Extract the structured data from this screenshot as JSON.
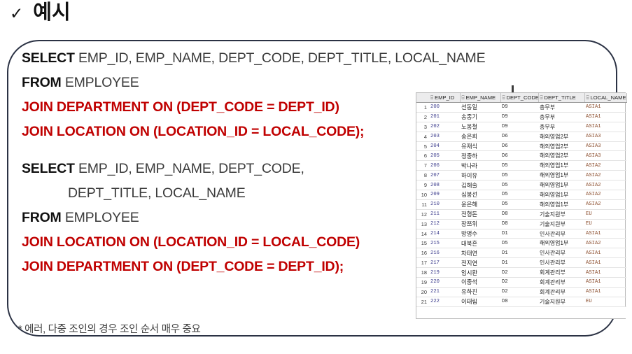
{
  "slide": {
    "check_icon": "✓",
    "title": "예시"
  },
  "code_panel": {
    "queries": [
      {
        "lines": [
          {
            "keyword": "SELECT",
            "rest": " EMP_ID, EMP_NAME, DEPT_CODE, DEPT_TITLE, LOCAL_NAME",
            "style": "normal"
          },
          {
            "keyword": "FROM",
            "rest": " EMPLOYEE",
            "style": "normal"
          },
          {
            "keyword": "",
            "rest": "JOIN DEPARTMENT ON (DEPT_CODE = DEPT_ID)",
            "style": "red"
          },
          {
            "keyword": "",
            "rest": "JOIN LOCATION ON (LOCATION_ID = LOCAL_CODE);",
            "style": "red"
          }
        ]
      },
      {
        "lines": [
          {
            "keyword": "SELECT",
            "rest": " EMP_ID, EMP_NAME, DEPT_CODE,",
            "style": "normal"
          },
          {
            "keyword": "",
            "rest": "DEPT_TITLE, LOCAL_NAME",
            "style": "indent"
          },
          {
            "keyword": "FROM",
            "rest": " EMPLOYEE",
            "style": "normal"
          },
          {
            "keyword": "",
            "rest": "JOIN LOCATION ON (LOCATION_ID = LOCAL_CODE)",
            "style": "red"
          },
          {
            "keyword": "",
            "rest": "JOIN DEPARTMENT ON (DEPT_CODE = DEPT_ID);",
            "style": "red"
          }
        ]
      }
    ],
    "line1_kw": "SELECT",
    "line1_rest": " EMP_ID, EMP_NAME, DEPT_CODE, DEPT_TITLE, LOCAL_NAME",
    "line2_kw": "FROM",
    "line2_rest": " EMPLOYEE",
    "line3": "JOIN DEPARTMENT ON (DEPT_CODE = DEPT_ID)",
    "line4": "JOIN LOCATION ON (LOCATION_ID = LOCAL_CODE);",
    "line5_kw": "SELECT",
    "line5_rest": " EMP_ID, EMP_NAME, DEPT_CODE,",
    "line6": "DEPT_TITLE, LOCAL_NAME",
    "line7_kw": "FROM",
    "line7_rest": " EMPLOYEE",
    "line8": "JOIN LOCATION ON (LOCATION_ID = LOCAL_CODE)",
    "line9": "JOIN DEPARTMENT ON (DEPT_CODE = DEPT_ID);",
    "footnote": "* 에러, 다중 조인의 경우 조인 순서 매우 중요",
    "keyword_color": "#111111",
    "highlight_color": "#C00000",
    "border_color": "#2B3244"
  },
  "result_grid": {
    "column_icon": "⌸",
    "headers": [
      "EMP_ID",
      "EMP_NAME",
      "DEPT_CODE",
      "DEPT_TITLE",
      "LOCAL_NAME"
    ],
    "rows": [
      {
        "n": "1",
        "emp_id": "200",
        "emp_name": "선동일",
        "dept_code": "D9",
        "dept_title": "총무부",
        "local_name": "ASIA1"
      },
      {
        "n": "2",
        "emp_id": "201",
        "emp_name": "송종기",
        "dept_code": "D9",
        "dept_title": "총무부",
        "local_name": "ASIA1"
      },
      {
        "n": "3",
        "emp_id": "202",
        "emp_name": "노옹철",
        "dept_code": "D9",
        "dept_title": "총무부",
        "local_name": "ASIA1"
      },
      {
        "n": "4",
        "emp_id": "203",
        "emp_name": "송은희",
        "dept_code": "D6",
        "dept_title": "해외영업2부",
        "local_name": "ASIA3"
      },
      {
        "n": "5",
        "emp_id": "204",
        "emp_name": "유재식",
        "dept_code": "D6",
        "dept_title": "해외영업2부",
        "local_name": "ASIA3"
      },
      {
        "n": "6",
        "emp_id": "205",
        "emp_name": "정중하",
        "dept_code": "D6",
        "dept_title": "해외영업2부",
        "local_name": "ASIA3"
      },
      {
        "n": "7",
        "emp_id": "206",
        "emp_name": "박나라",
        "dept_code": "D5",
        "dept_title": "해외영업1부",
        "local_name": "ASIA2"
      },
      {
        "n": "8",
        "emp_id": "207",
        "emp_name": "하이유",
        "dept_code": "D5",
        "dept_title": "해외영업1부",
        "local_name": "ASIA2"
      },
      {
        "n": "9",
        "emp_id": "208",
        "emp_name": "김해술",
        "dept_code": "D5",
        "dept_title": "해외영업1부",
        "local_name": "ASIA2"
      },
      {
        "n": "10",
        "emp_id": "209",
        "emp_name": "심봉선",
        "dept_code": "D5",
        "dept_title": "해외영업1부",
        "local_name": "ASIA2"
      },
      {
        "n": "11",
        "emp_id": "210",
        "emp_name": "윤은해",
        "dept_code": "D5",
        "dept_title": "해외영업1부",
        "local_name": "ASIA2"
      },
      {
        "n": "12",
        "emp_id": "211",
        "emp_name": "전형돈",
        "dept_code": "D8",
        "dept_title": "기술지원부",
        "local_name": "EU"
      },
      {
        "n": "13",
        "emp_id": "212",
        "emp_name": "장쯔위",
        "dept_code": "D8",
        "dept_title": "기술지원부",
        "local_name": "EU"
      },
      {
        "n": "14",
        "emp_id": "214",
        "emp_name": "방명수",
        "dept_code": "D1",
        "dept_title": "인사관리부",
        "local_name": "ASIA1"
      },
      {
        "n": "15",
        "emp_id": "215",
        "emp_name": "대북혼",
        "dept_code": "D5",
        "dept_title": "해외영업1부",
        "local_name": "ASIA2"
      },
      {
        "n": "16",
        "emp_id": "216",
        "emp_name": "차태연",
        "dept_code": "D1",
        "dept_title": "인사관리부",
        "local_name": "ASIA1"
      },
      {
        "n": "17",
        "emp_id": "217",
        "emp_name": "전지연",
        "dept_code": "D1",
        "dept_title": "인사관리부",
        "local_name": "ASIA1"
      },
      {
        "n": "18",
        "emp_id": "219",
        "emp_name": "임시환",
        "dept_code": "D2",
        "dept_title": "회계관리부",
        "local_name": "ASIA1"
      },
      {
        "n": "19",
        "emp_id": "220",
        "emp_name": "이중석",
        "dept_code": "D2",
        "dept_title": "회계관리부",
        "local_name": "ASIA1"
      },
      {
        "n": "20",
        "emp_id": "221",
        "emp_name": "유하진",
        "dept_code": "D2",
        "dept_title": "회계관리부",
        "local_name": "ASIA1"
      },
      {
        "n": "21",
        "emp_id": "222",
        "emp_name": "이태림",
        "dept_code": "D8",
        "dept_title": "기술지원부",
        "local_name": "EU"
      }
    ]
  }
}
